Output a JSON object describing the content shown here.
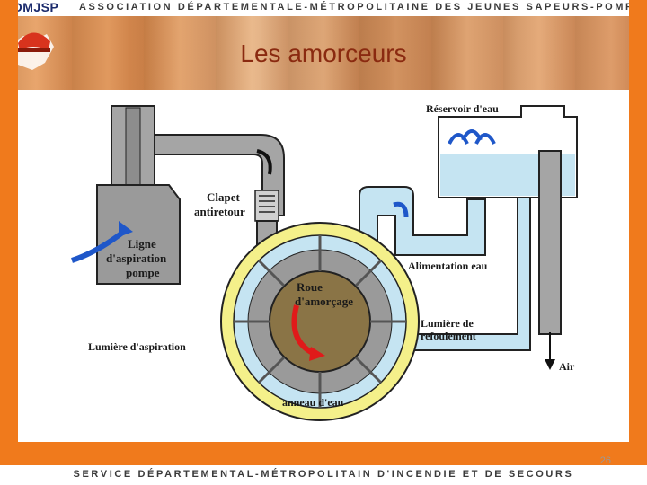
{
  "header": {
    "brand": "ADMJSP",
    "association": "ASSOCIATION DÉPARTEMENTALE-MÉTROPOLITAINE DES JEUNES SAPEURS-POMPIERS"
  },
  "slide": {
    "title": "Les amorceurs",
    "page_number": "26"
  },
  "footer": {
    "service": "SERVICE DÉPARTEMENTAL-MÉTROPOLITAIN D'INCENDIE ET DE SECOURS"
  },
  "diagram": {
    "labels": {
      "reservoir": "Réservoir d'eau",
      "clapet_1": "Clapet",
      "clapet_2": "antiretour",
      "ligne_1": "Ligne",
      "ligne_2": "d'aspiration",
      "ligne_3": "pompe",
      "alimentation": "Alimentation eau",
      "roue_1": "Roue",
      "roue_2": "d'amorçage",
      "lumiere_refoulement_1": "Lumière de",
      "lumiere_refoulement_2": "refoulement",
      "lumiere_aspiration": "Lumière d'aspiration",
      "air": "Air",
      "anneau": "anneau d'eau"
    },
    "colors": {
      "water": "#c5e4f2",
      "casing": "#f4f08a",
      "wheel": "#8a7446",
      "metal": "#a5a5a5",
      "pipe_outline": "#222222",
      "arrow_blue": "#1f57c9",
      "arrow_red": "#e01a1a",
      "air_arrow": "#111111"
    }
  }
}
